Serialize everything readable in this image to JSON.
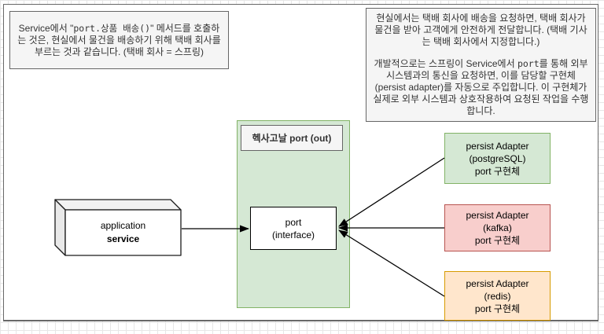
{
  "notes": {
    "left": {
      "seg1": "Service에서 \"",
      "code": "port.상품 배송()",
      "seg2": "\" 메서드를 호출하는 것은, 현실에서 물건을 배송하기 위해 택배 회사를 부르는 것과 같습니다. (택배 회사 = 스프링)"
    },
    "right": {
      "para1": "현실에서는 택배 회사에 배송을 요청하면, 택배 회사가 물건을 받아 고객에게 안전하게 전달합니다. (택배 기사는 택배 회사에서 지정합니다.)",
      "para2_seg1": "개발적으로는 스프링이 Service에서 ",
      "para2_code": "port",
      "para2_seg2": "를 통해 외부 시스템과의 통신을 요청하면, 이를 담당할 구현체 (persist adapter)를 자동으로 주입합니다. 이 구현체가 실제로 외부 시스템과 상호작용하여 요청된 작업을 수행합니다."
    }
  },
  "hexagonal": {
    "label": "헥사고날 port (out)",
    "port": {
      "line1": "port",
      "line2": "(interface)"
    }
  },
  "service_node": {
    "line1": "application",
    "line2": "service"
  },
  "adapters": [
    {
      "line1": "persist Adapter",
      "line2": "(postgreSQL)",
      "line3": "port 구현체",
      "fill": "#d5e8d4",
      "border": "#82b366"
    },
    {
      "line1": "persist Adapter",
      "line2": "(kafka)",
      "line3": "port 구현체",
      "fill": "#f8cecc",
      "border": "#b85450"
    },
    {
      "line1": "persist Adapter",
      "line2": "(redis)",
      "line3": "port 구현체",
      "fill": "#ffe6cc",
      "border": "#d79b00"
    }
  ],
  "colors": {
    "note_fill": "#f5f5f5",
    "note_border": "#666666",
    "note_text": "#333333",
    "container_fill": "#d5e8d4",
    "container_border": "#82b366",
    "label_fill": "#f5f5f5",
    "label_border": "#666666",
    "label_text": "#333333",
    "port_fill": "#ffffff",
    "port_border": "#000000",
    "arrow": "#000000"
  }
}
